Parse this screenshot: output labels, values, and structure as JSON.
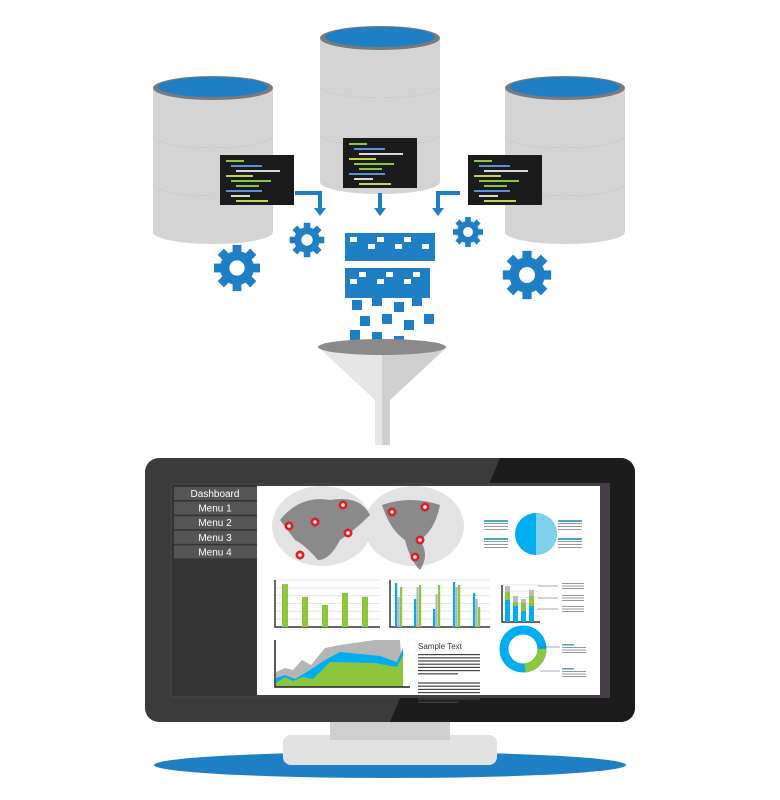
{
  "dashboard": {
    "menu": [
      "Dashboard",
      "Menu 1",
      "Menu 2",
      "Menu 3",
      "Menu 4"
    ],
    "sample_title": "Sample Text"
  },
  "colors": {
    "accent_blue": "#1f7fc4",
    "db_gray": "#d4d4d4",
    "monitor_dark": "#3b3b3b",
    "chart_green": "#8cc63f",
    "chart_cyan": "#00aeef",
    "marker_red": "#e01e26"
  }
}
